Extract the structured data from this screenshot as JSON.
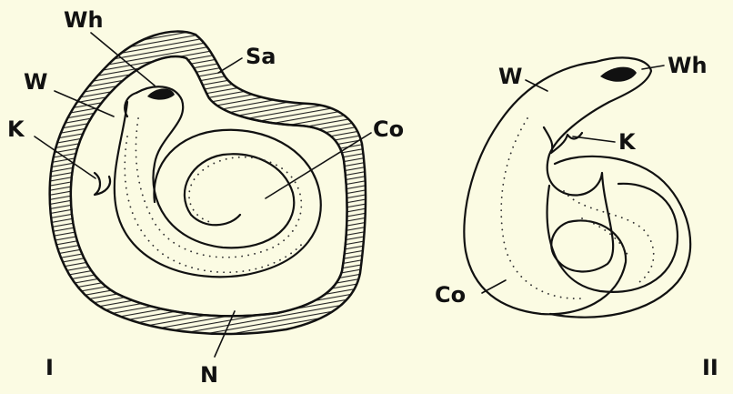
{
  "figure_I": {
    "numeral": "I",
    "labels": {
      "wh": "Wh",
      "sa": "Sa",
      "w": "W",
      "k": "K",
      "co": "Co",
      "n": "N"
    }
  },
  "figure_II": {
    "numeral": "II",
    "labels": {
      "w": "W",
      "wh": "Wh",
      "k": "K",
      "co": "Co"
    }
  },
  "colors": {
    "background": "#fbfbe3",
    "ink": "#111111"
  }
}
